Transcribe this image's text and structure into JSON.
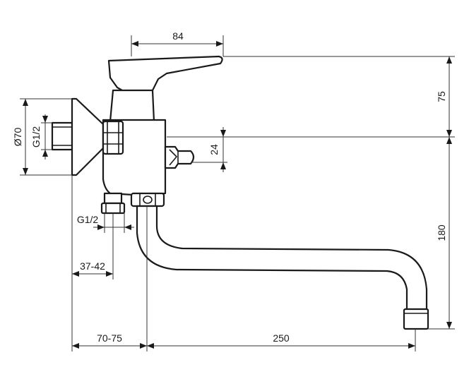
{
  "drawing": {
    "colors": {
      "stroke": "#1a1a1a",
      "background": "#ffffff"
    },
    "dimensions": {
      "handle_length": "84",
      "handle_height": "75",
      "diverter_height": "24",
      "spout_height": "180",
      "flange_diameter": "Ø70",
      "inlet_thread": "G1/2",
      "shower_outlet_thread": "G1/2",
      "outlet_offset": "37-42",
      "wall_offset": "70-75",
      "spout_reach": "250"
    }
  }
}
